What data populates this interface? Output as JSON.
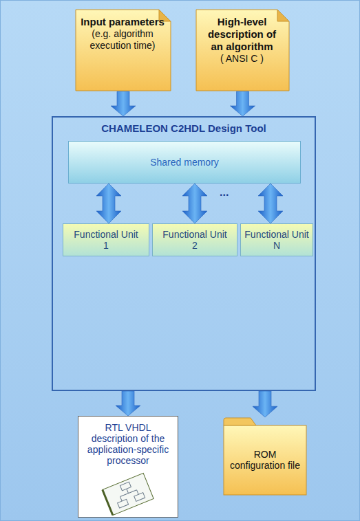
{
  "diagram": {
    "nodes": [
      {
        "text": [
          "Input parameters",
          "(e.g. algorithm execution time)"
        ]
      },
      {
        "text": [
          "High-level description of an algorithm",
          "( ANSI C )"
        ]
      },
      {
        "text": [
          "CHAMELEON C2HDL Design Tool"
        ]
      },
      {
        "text": [
          "Shared memory"
        ],
        "in": 2
      },
      {
        "text": [
          "Functional Unit 1"
        ],
        "in": 2
      },
      {
        "text": [
          "Functional Unit 2"
        ],
        "in": 2
      },
      {
        "text": [
          "Functional Unit N"
        ],
        "in": 2
      },
      {
        "text": [
          "RTL VHDL description of the application-specific processor"
        ]
      },
      {
        "text": [
          "ROM configuration file"
        ]
      }
    ],
    "edges": [
      {
        "from": 0,
        "to": 2,
        "arrow": "to"
      },
      {
        "from": 1,
        "to": 2,
        "arrow": "to"
      },
      {
        "from": 3,
        "to": 4,
        "arrow": "both"
      },
      {
        "from": 3,
        "to": 5,
        "arrow": "both"
      },
      {
        "from": 3,
        "to": 6,
        "arrow": "both"
      },
      {
        "from": 2,
        "to": 7,
        "arrow": "to"
      },
      {
        "from": 2,
        "to": 8,
        "arrow": "to"
      }
    ],
    "labels": [
      "..."
    ]
  }
}
